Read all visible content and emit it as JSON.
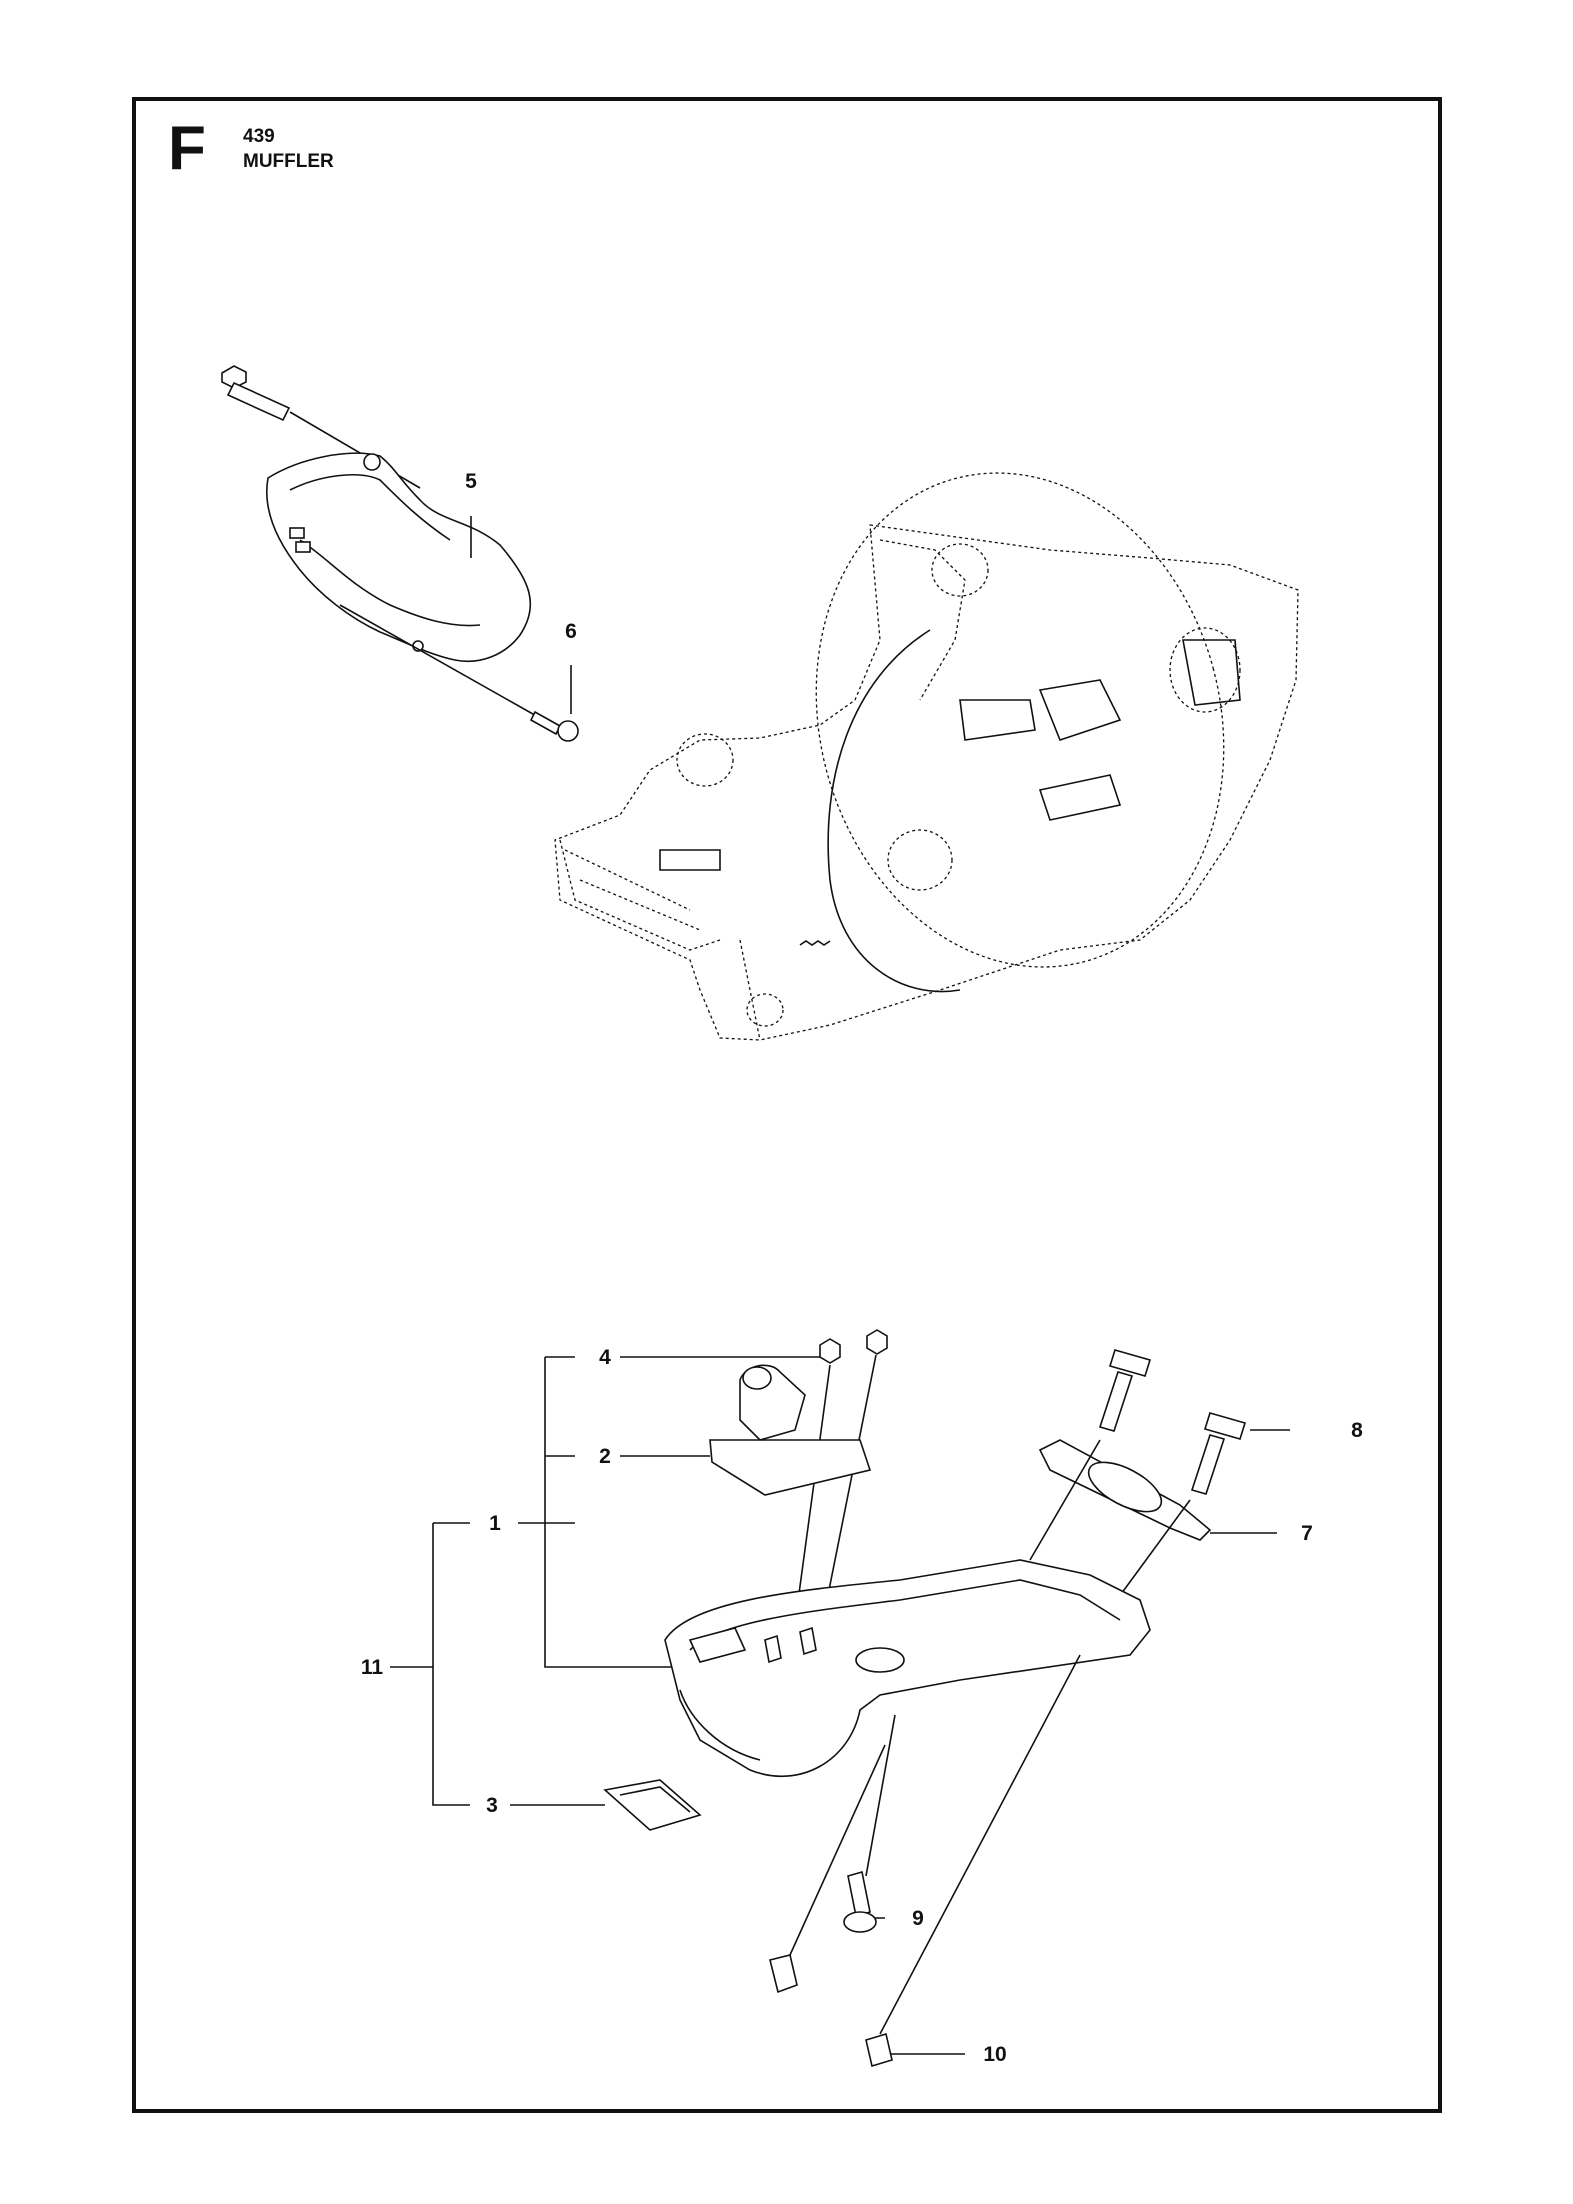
{
  "header": {
    "section_letter": "F",
    "model": "439",
    "title": "MUFFLER"
  },
  "callouts": [
    "1",
    "2",
    "3",
    "4",
    "5",
    "6",
    "7",
    "8",
    "9",
    "10",
    "11"
  ]
}
